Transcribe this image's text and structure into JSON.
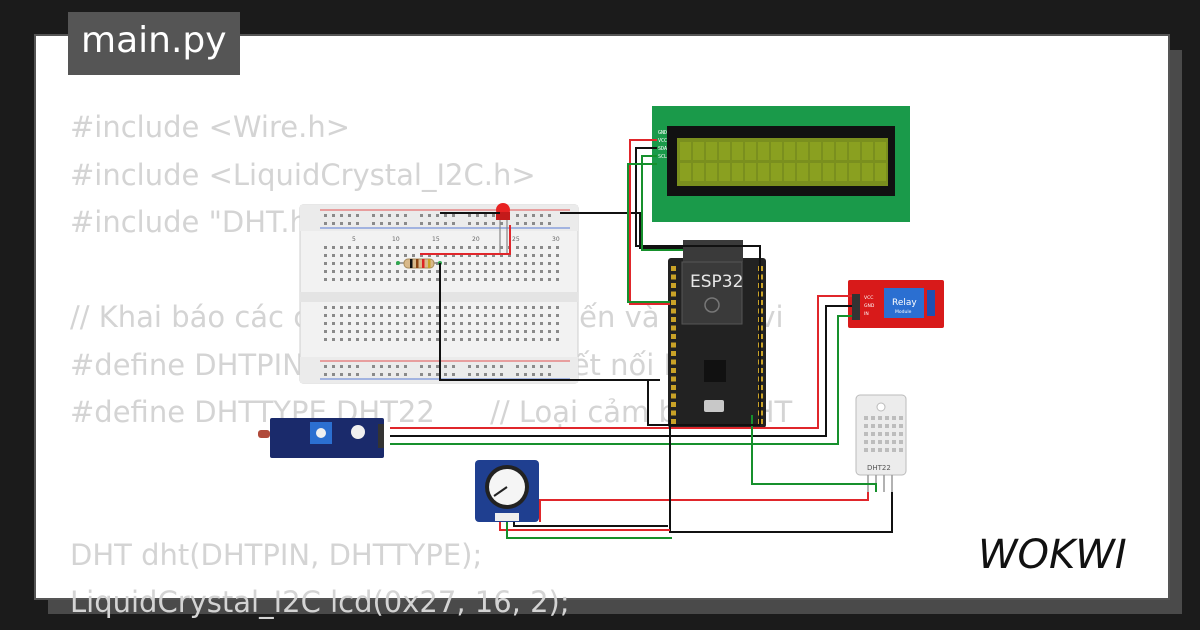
{
  "file_tab": {
    "label": "main.py"
  },
  "code_lines": [
    "#include <Wire.h>",
    "#include <LiquidCrystal_I2C.h>",
    "#include \"DHT.h\"",
    "",
    "// Khai báo các chân kết nối cảm biến và ngoại vi",
    "#define DHTPIN 15          // Chân kết nối DHT22",
    "#define DHTTYPE DHT22      // Loại cảm biến DHT",
    "",
    "",
    "DHT dht(DHTPIN, DHTTYPE);",
    "LiquidCrystal_I2C lcd(0x27, 16, 2);"
  ],
  "components": {
    "esp32_label": "ESP32",
    "relay_label": "Relay",
    "relay_sub": "Module",
    "dht_label": "DHT22",
    "breadboard_numbers": [
      "5",
      "10",
      "15",
      "20",
      "25",
      "30"
    ],
    "lcd_pins": [
      "GND",
      "VCC",
      "SDA",
      "SCL"
    ],
    "relay_pins": [
      "VCC",
      "GND",
      "IN"
    ]
  },
  "brand": {
    "logo": "WOKWI"
  },
  "colors": {
    "background": "#1b1b1b",
    "card": "#ffffff",
    "tab": "#555555",
    "code": "#d4d4d4",
    "lcd_board": "#1a9a4a",
    "lcd_screen": "#7a8f1e",
    "esp32": "#222222",
    "relay": "#d81a1a",
    "sensor_board": "#1a2a6b",
    "pot_board": "#1f3f90",
    "wire_red": "#e0262b",
    "wire_green": "#16902c",
    "wire_black": "#111111"
  }
}
